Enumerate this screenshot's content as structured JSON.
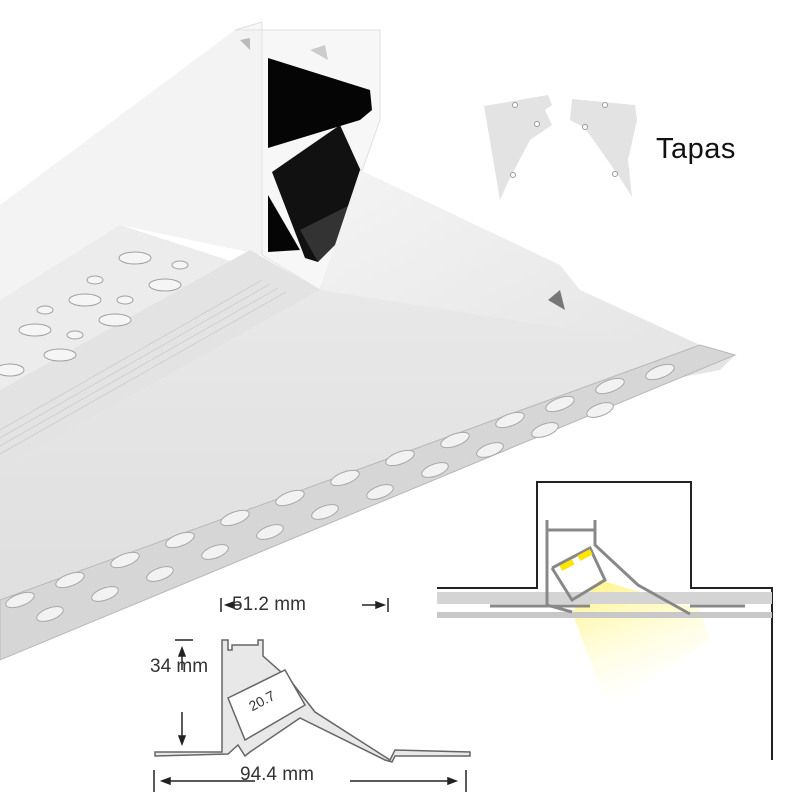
{
  "product": {
    "type": "trimless LED aluminium profile (wall/ceiling corner recess)",
    "caps_label": "Tapas"
  },
  "dimensions": {
    "width_top": "51.2 mm",
    "height": "34 mm",
    "total_width": "94.4 mm",
    "inner_channel": "20.7"
  },
  "installation_diagram": {
    "light_color": "#fff59a",
    "led_color": "#ffe600",
    "plaster_color": "#c8c8c8"
  },
  "colors": {
    "profile_body": "#e6e6e6",
    "profile_shadow": "#bdbdbd",
    "diffuser": "#0a0a0a",
    "line": "#333333",
    "background": "#ffffff"
  }
}
